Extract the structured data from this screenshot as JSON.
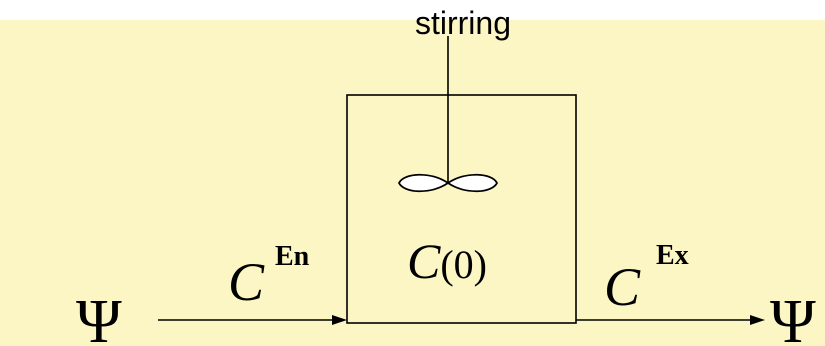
{
  "diagram": {
    "stirring_label": "stirring",
    "inlet_flow_symbol": "Ψ",
    "outlet_flow_symbol": "Ψ",
    "inlet_concentration": {
      "base": "C",
      "superscript": "En"
    },
    "tank_concentration": {
      "base": "C",
      "argument": "(0)"
    },
    "outlet_concentration": {
      "base": "C",
      "superscript": "Ex"
    },
    "icons": {
      "stirrer": "impeller-icon",
      "inlet_arrow": "arrow-right-icon",
      "outlet_arrow": "arrow-right-icon"
    },
    "colors": {
      "background_band": "#fbf6c3",
      "page": "#ffffff",
      "ink": "#000000"
    }
  }
}
